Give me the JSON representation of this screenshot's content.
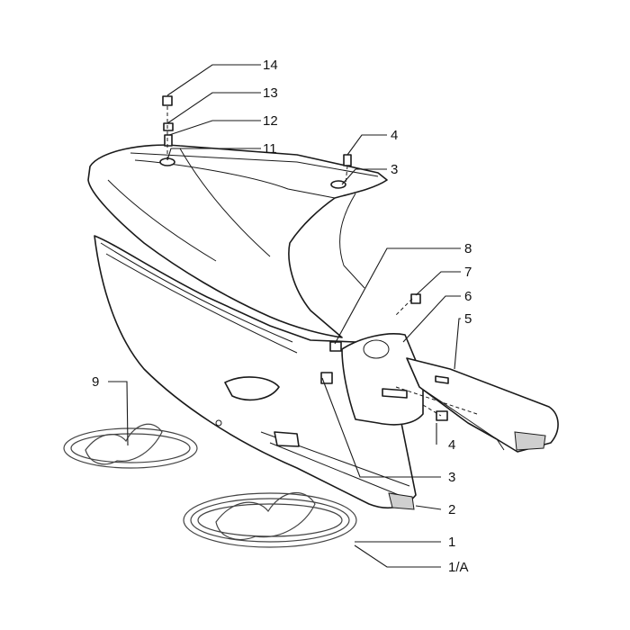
{
  "callouts": [
    {
      "id": "c14",
      "label": "14"
    },
    {
      "id": "c13",
      "label": "13"
    },
    {
      "id": "c12",
      "label": "12"
    },
    {
      "id": "c11",
      "label": "11"
    },
    {
      "id": "c4a",
      "label": "4"
    },
    {
      "id": "c3a",
      "label": "3"
    },
    {
      "id": "c8",
      "label": "8"
    },
    {
      "id": "c7",
      "label": "7"
    },
    {
      "id": "c6",
      "label": "6"
    },
    {
      "id": "c5",
      "label": "5"
    },
    {
      "id": "c9",
      "label": "9"
    },
    {
      "id": "c4b",
      "label": "4"
    },
    {
      "id": "c3b",
      "label": "3"
    },
    {
      "id": "c2",
      "label": "2"
    },
    {
      "id": "c1",
      "label": "1"
    },
    {
      "id": "c1a",
      "label": "1/A"
    }
  ]
}
